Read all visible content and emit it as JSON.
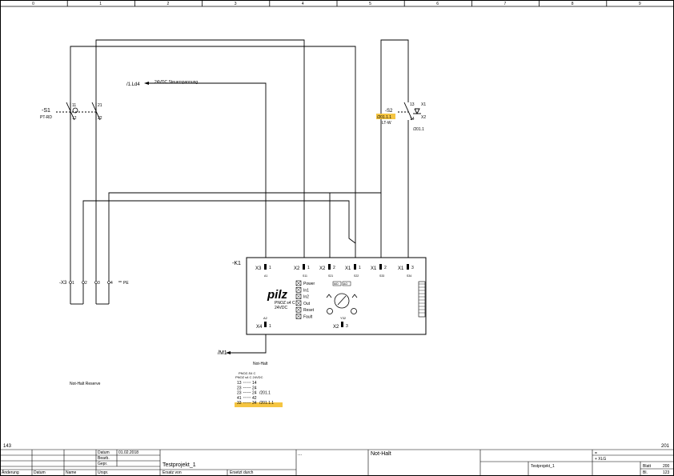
{
  "column_numbers": [
    "0",
    "1",
    "2",
    "3",
    "4",
    "5",
    "6",
    "7",
    "8",
    "9"
  ],
  "page_numbers": {
    "prev": "143",
    "next": "201"
  },
  "s1": {
    "tag": "-S1",
    "sub": "PT-RD",
    "t11": "11",
    "t12": "12",
    "t21": "21",
    "t22": "22"
  },
  "l_ref": {
    "label": "/1.Ld4",
    "text": "24VDC Steuerspannung"
  },
  "s2": {
    "tag": "-S2",
    "ref": "/201.1.1",
    "sub": "LT-W",
    "t13": "13",
    "t14": "14",
    "x1": "X1",
    "x2": "X2",
    "lamp_ref": "/201.1"
  },
  "k1": {
    "tag": "-K1",
    "top_terminals": [
      {
        "x": "X3",
        "pin": "1",
        "sub": "A1"
      },
      {
        "x": "X2",
        "pin": "1",
        "sub": "S11"
      },
      {
        "x": "X2",
        "pin": "2",
        "sub": "S21"
      },
      {
        "x": "X1",
        "pin": "1",
        "sub": "S22"
      },
      {
        "x": "X1",
        "pin": "2",
        "sub": "S33"
      },
      {
        "x": "X1",
        "pin": "3",
        "sub": "S34"
      }
    ],
    "bottom_left": {
      "x": "X4",
      "pin": "1",
      "sub": "A2"
    },
    "bottom_mid": {
      "x": "X2",
      "pin": "3",
      "sub": "Y32"
    },
    "brand": "pilz",
    "model": "PNOZ s4 C",
    "voltage": "24VDC",
    "leds": [
      "Power",
      "In1",
      "In2",
      "Out",
      "Reset",
      "Fault"
    ],
    "dial_labels": [
      "MO",
      "AO"
    ]
  },
  "x3": {
    "tag": "-X3",
    "terminals": [
      "1",
      "2",
      "3",
      "4"
    ],
    "pe": "PE"
  },
  "m1_ref": "/M1",
  "nothalt_label": "Not-Halt",
  "contacts": {
    "header1": "PNOZ-S4 C",
    "header2": "PNOZ s4 C 24VDC",
    "rows": [
      {
        "left": "13",
        "right": "14",
        "ref": ""
      },
      {
        "left": "23",
        "right": "24",
        "ref": ""
      },
      {
        "left": "23",
        "right": "24",
        "ref": "/201.1"
      },
      {
        "left": "41",
        "right": "42",
        "ref": ""
      },
      {
        "left": "33",
        "right": "34",
        "ref": "/201.1.1"
      }
    ]
  },
  "reserve_label": "Not-Halt Reserve",
  "title_block": {
    "datum_label": "Datum",
    "datum_value": "01.02.2018",
    "bearb_label": "Bearb.",
    "gepr_label": "Gepr.",
    "aenderung_label": "Änderung",
    "datum2_label": "Datum",
    "name_label": "Name",
    "urspr_label": "Urspr.",
    "project": "Testprojekt_1",
    "ersatz_von": "Ersatz von",
    "ersetzt_durch": "Ersetzt durch",
    "dots": "...",
    "page_title": "Not-Halt",
    "eq1": "=",
    "eq2": "+ XLG",
    "project2": "Testprojekt_1",
    "blatt_label": "Blatt",
    "blatt_value": "200",
    "bl_label": "Bl.",
    "bl_value": "123"
  },
  "colors": {
    "line": "#000000",
    "highlight": "#f5c542"
  }
}
